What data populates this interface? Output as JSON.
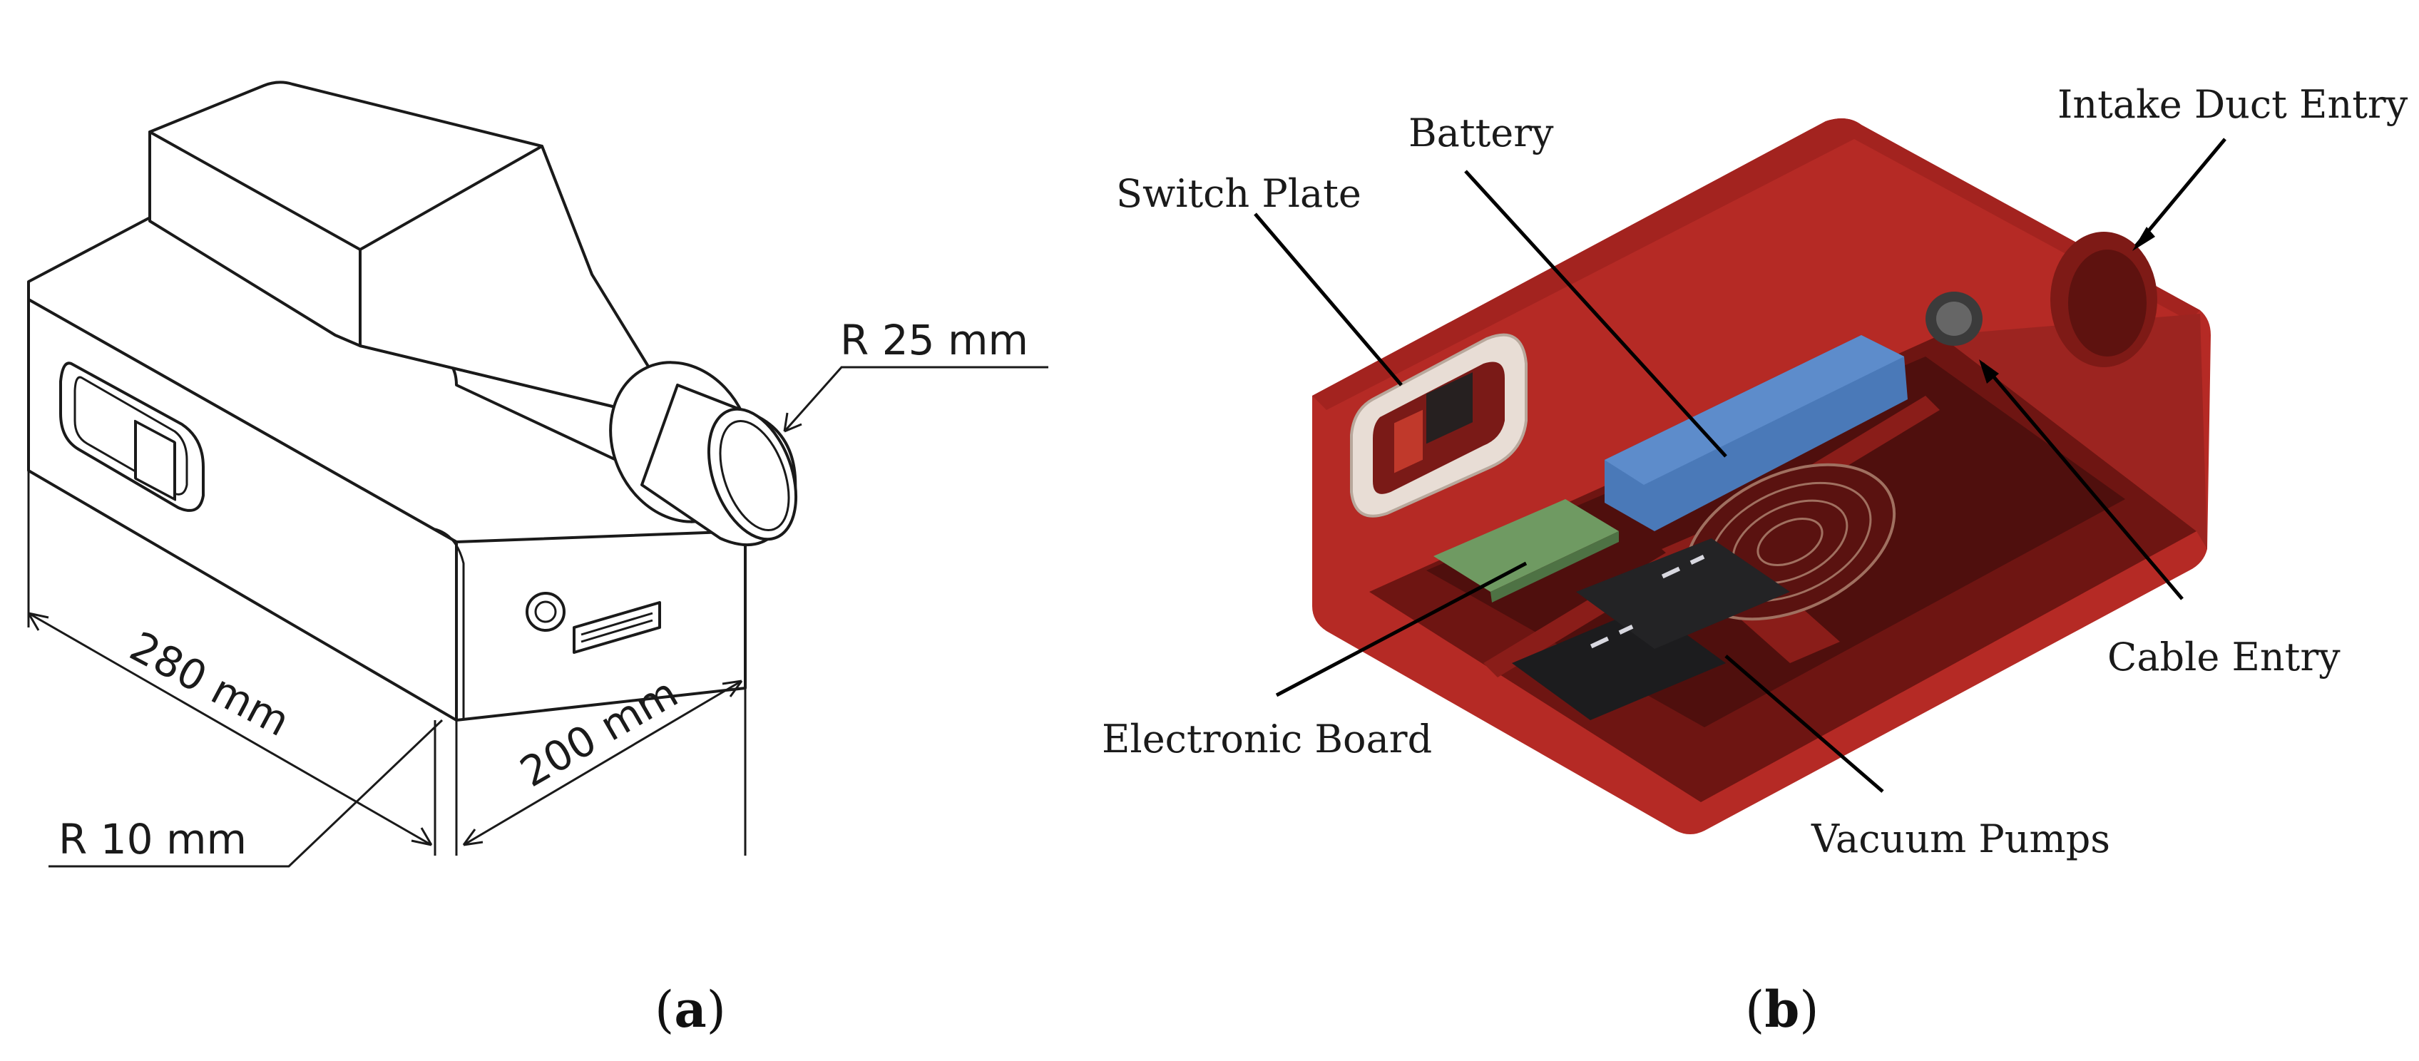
{
  "panel_a": {
    "dimensions": {
      "length": "280 mm",
      "width": "200 mm",
      "duct_radius": "R 25 mm",
      "corner_radius": "R 10 mm"
    },
    "caption": {
      "open": "(",
      "letter": "a",
      "close": ")"
    }
  },
  "panel_b": {
    "callouts": {
      "battery": "Battery",
      "switch_plate": "Switch Plate",
      "intake_duct_entry": "Intake Duct Entry",
      "cable_entry": "Cable Entry",
      "electronic_board": "Electronic Board",
      "vacuum_pumps": "Vacuum Pumps"
    },
    "caption": {
      "open": "(",
      "letter": "b",
      "close": ")"
    },
    "colors": {
      "housing_red": "#b52a25",
      "housing_dark": "#6e1512",
      "battery_blue": "#4a79b8",
      "board_green": "#6f9a62",
      "switch_plate": "#e8ddd5"
    }
  }
}
